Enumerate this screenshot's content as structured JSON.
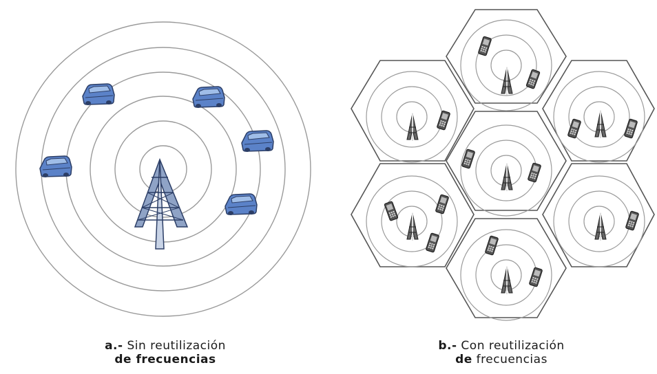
{
  "panel_a": {
    "caption_prefix": "a.-",
    "caption_line1": " Sin reutilización",
    "caption_line2_bold": "de frecuencias",
    "ring_count": 6,
    "device_icon": "vehicle-icon",
    "tower_icon": "cell-tower-icon",
    "device_color": "#5b82c8",
    "tower_color": "#8fa3c6"
  },
  "panel_b": {
    "caption_prefix": "b.-",
    "caption_line1": " Con reutilización",
    "caption_line2_bold": "de",
    "caption_line2_rest": " frecuencias",
    "cell_count": 7,
    "ring_count": 3,
    "device_icon": "mobile-phone-icon",
    "tower_icon": "antenna-icon",
    "cell_stroke": "#555555"
  },
  "colors": {
    "ring": "#9a9a9a",
    "background": "#ffffff"
  }
}
